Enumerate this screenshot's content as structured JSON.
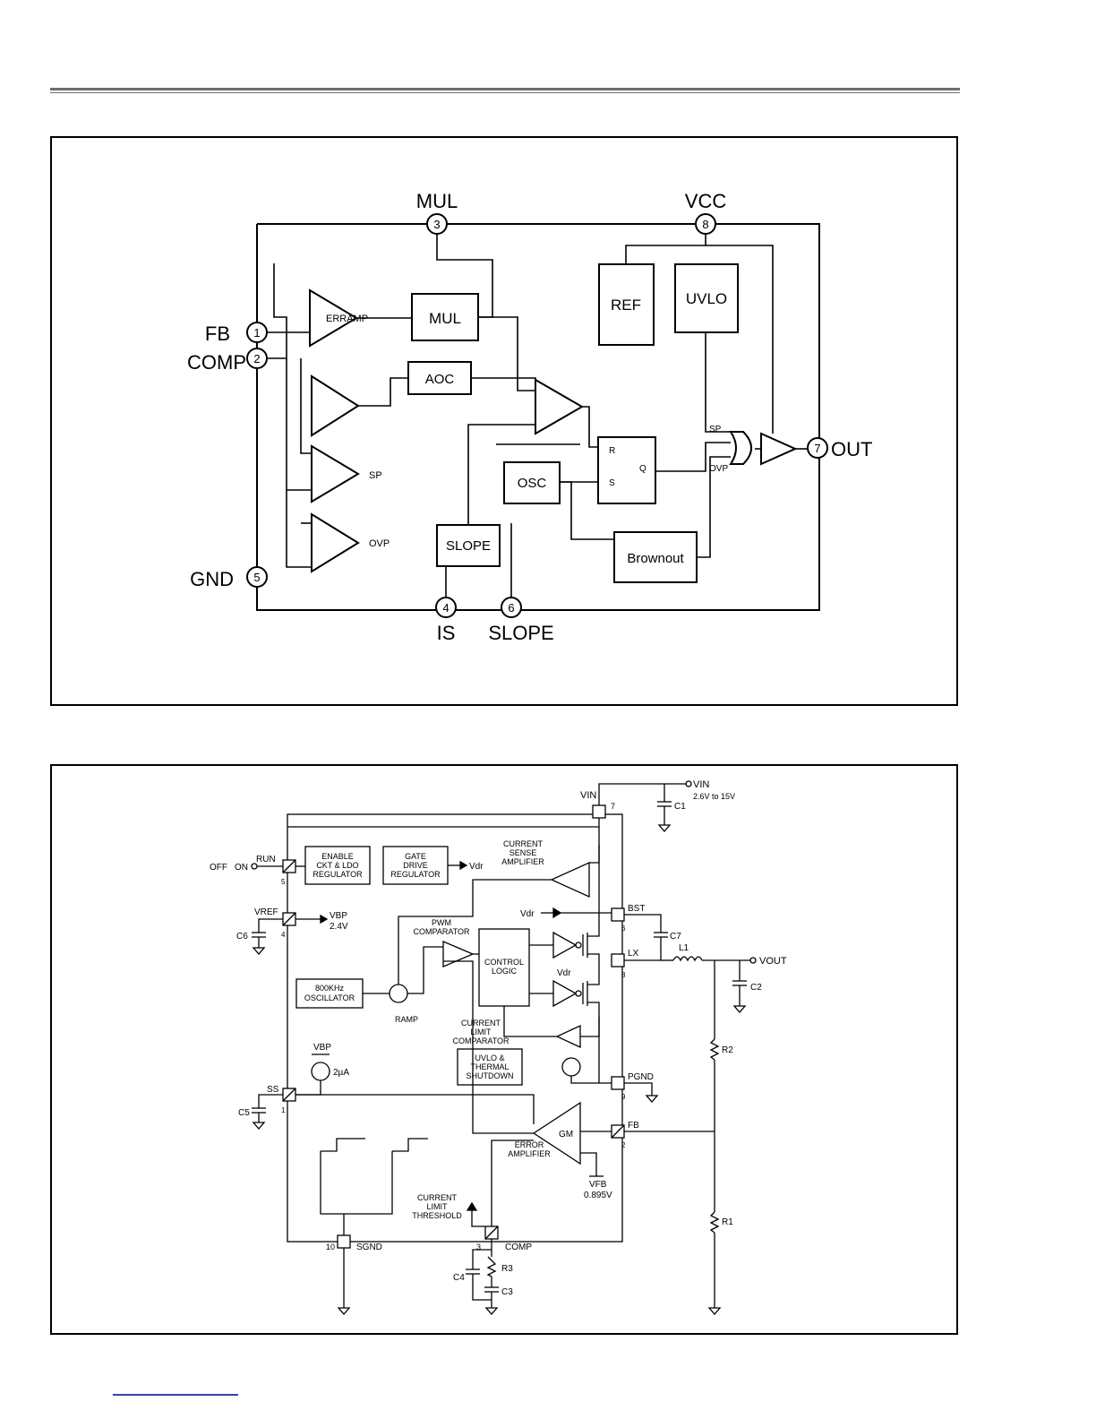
{
  "diagram1": {
    "pins": {
      "mul": {
        "name": "MUL",
        "num": "3"
      },
      "vcc": {
        "name": "VCC",
        "num": "8"
      },
      "fb": {
        "name": "FB",
        "num": "1"
      },
      "comp": {
        "name": "COMP",
        "num": "2"
      },
      "gnd": {
        "name": "GND",
        "num": "5"
      },
      "is": {
        "name": "IS",
        "num": "4"
      },
      "slope": {
        "name": "SLOPE",
        "num": "6"
      },
      "out": {
        "name": "OUT",
        "num": "7"
      }
    },
    "blocks": {
      "mul": "MUL",
      "ref": "REF",
      "uvlo": "UVLO",
      "aoc": "AOC",
      "osc": "OSC",
      "slope": "SLOPE",
      "brownout": "Brownout",
      "erramp": "ERRAMP"
    },
    "flipflop": {
      "r": "R",
      "s": "S",
      "q": "Q"
    },
    "signals": {
      "sp": "SP",
      "ovp": "OVP"
    }
  },
  "diagram2": {
    "supply": {
      "vin": "VIN",
      "vin_range": "2.6V to 15V",
      "vin_pin": "7"
    },
    "caps": {
      "c1": "C1",
      "c2": "C2",
      "c3": "C3",
      "c4": "C4",
      "c5": "C5",
      "c6": "C6",
      "c7": "C7"
    },
    "resistors": {
      "r1": "R1",
      "r2": "R2",
      "r3": "R3"
    },
    "inductor": "L1",
    "vout": "VOUT",
    "pins": {
      "run": {
        "name": "RUN",
        "num": "5"
      },
      "vref": {
        "name": "VREF",
        "num": "4"
      },
      "ss": {
        "name": "SS",
        "num": "1"
      },
      "sgnd": {
        "name": "SGND",
        "num": "10"
      },
      "comp": {
        "name": "COMP",
        "num": "3"
      },
      "bst": {
        "name": "BST",
        "num": "6"
      },
      "lx": {
        "name": "LX",
        "num": "8"
      },
      "pgnd": {
        "name": "PGND",
        "num": "9"
      },
      "fb": {
        "name": "FB",
        "num": "2"
      }
    },
    "switch": {
      "off": "OFF",
      "on": "ON"
    },
    "blocks": {
      "enable": [
        "ENABLE",
        "CKT & LDO",
        "REGULATOR"
      ],
      "gate": [
        "GATE",
        "DRIVE",
        "REGULATOR"
      ],
      "oscillator": [
        "800KHz",
        "OSCILLATOR"
      ],
      "control": [
        "CONTROL",
        "LOGIC"
      ],
      "uvlo": [
        "UVLO &",
        "THERMAL",
        "SHUTDOWN"
      ]
    },
    "labels": {
      "current_sense": [
        "CURRENT",
        "SENSE",
        "AMPLIFIER"
      ],
      "pwm": [
        "PWM",
        "COMPARATOR"
      ],
      "current_limit_comp": [
        "CURRENT",
        "LIMIT",
        "COMPARATOR"
      ],
      "error_amp": [
        "ERROR",
        "AMPLIFIER"
      ],
      "current_limit_thr": [
        "CURRENT",
        "LIMIT",
        "THRESHOLD"
      ],
      "ramp": "RAMP",
      "vdr": "Vdr",
      "vbp": "VBP",
      "vbp_value": "2.4V",
      "current_source": "2µA",
      "gm": "GM",
      "vfb": "VFB",
      "vfb_value": "0.895V"
    }
  }
}
